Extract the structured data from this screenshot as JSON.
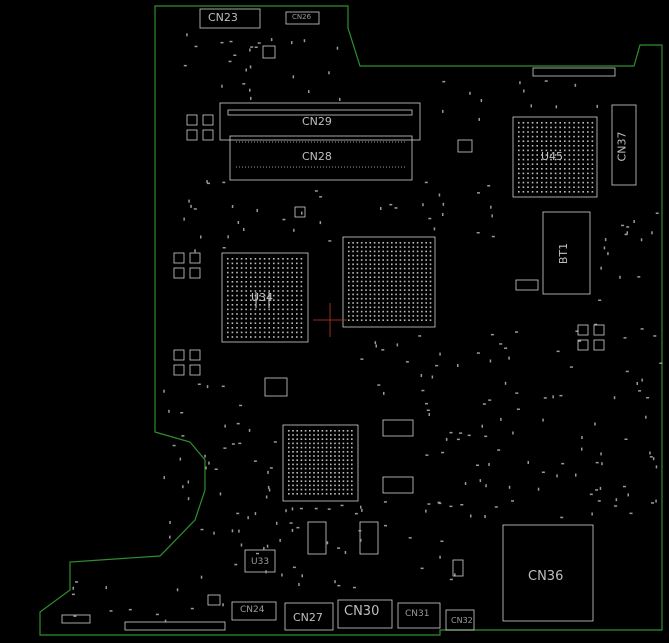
{
  "outline_color": "#2f8f2f",
  "silk_color": "#d0d0d0",
  "cursor_color": "#c0392b",
  "components": {
    "cn23": "CN23",
    "cn26": "CN26",
    "cn29": "CN29",
    "cn28": "CN28",
    "cn37": "CN37",
    "cn36": "CN36",
    "cn24": "CN24",
    "cn27": "CN27",
    "cn30": "CN30",
    "cn31": "CN31",
    "cn32": "CN32",
    "u45": "U45",
    "u34": "U34",
    "u33": "U33",
    "bt1": "BT1"
  }
}
